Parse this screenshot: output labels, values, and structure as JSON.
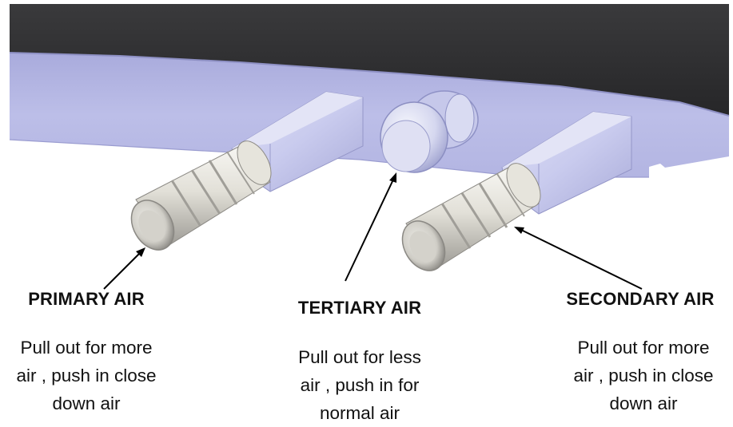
{
  "colors": {
    "background": "#ffffff",
    "stove_body": "#b9bbe6",
    "stove_top": "#2f2f31",
    "text": "#111111",
    "knob": "#e4e2dc"
  },
  "controls": {
    "primary": {
      "title": "PRIMARY AIR",
      "desc_lines": [
        "Pull out for more",
        "air , push in close",
        "down air"
      ]
    },
    "tertiary": {
      "title": "TERTIARY AIR",
      "desc_lines": [
        "Pull out for less",
        "air , push in for",
        "normal air"
      ]
    },
    "secondary": {
      "title": "SECONDARY AIR",
      "desc_lines": [
        "Pull out for more",
        "air , push in close",
        "down air"
      ]
    }
  }
}
